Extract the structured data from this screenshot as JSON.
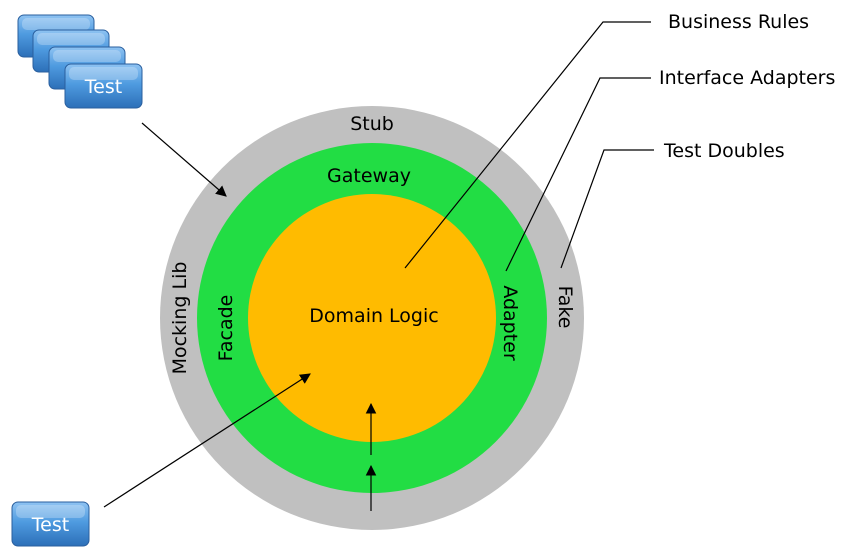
{
  "colors": {
    "outer_ring": "#c0c0c0",
    "middle_ring": "#22dd44",
    "inner_core": "#ffbb00",
    "button_fill": "#4a90d9",
    "line": "#000000"
  },
  "icons": {
    "test_button": "rounded-blue-tile",
    "arrowhead": "filled-triangle-arrow"
  },
  "rings": {
    "outer": {
      "label": "Stub",
      "left_label": "Mocking Lib",
      "right_label": "Fake"
    },
    "middle": {
      "label": "Gateway",
      "left_label": "Facade",
      "right_label": "Adapter"
    },
    "core": {
      "label": "Domain Logic"
    }
  },
  "callouts": [
    {
      "label": "Business Rules"
    },
    {
      "label": "Interface Adapters"
    },
    {
      "label": "Test Doubles"
    }
  ],
  "tests": {
    "stacked_label": "Test",
    "single_label": "Test"
  }
}
